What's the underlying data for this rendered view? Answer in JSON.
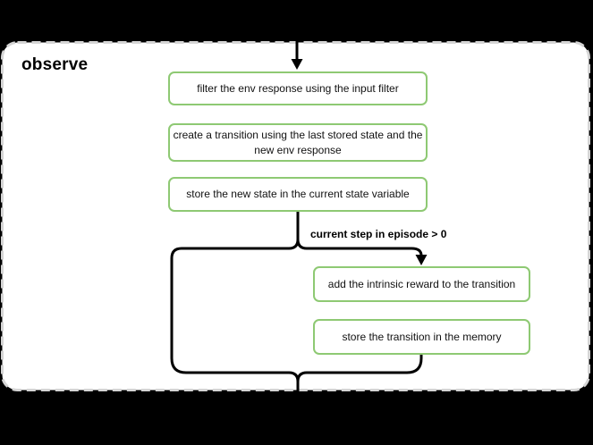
{
  "container": {
    "title": "observe"
  },
  "flow": {
    "steps_main": [
      {
        "label": "filter the env response using the input filter"
      },
      {
        "label": "create a transition using the last stored state and the new env response"
      },
      {
        "label": "store the new state in the current state variable"
      }
    ],
    "condition_label": "current step in episode > 0",
    "steps_condition": [
      {
        "label": "add the intrinsic reward to the transition"
      },
      {
        "label": "store the transition in the memory"
      }
    ]
  },
  "colors": {
    "background": "#000000",
    "container_fill": "#ffffff",
    "container_border": "#d5d5d5",
    "node_border": "#8ec973",
    "connector": "#000000",
    "text": "#111111"
  }
}
